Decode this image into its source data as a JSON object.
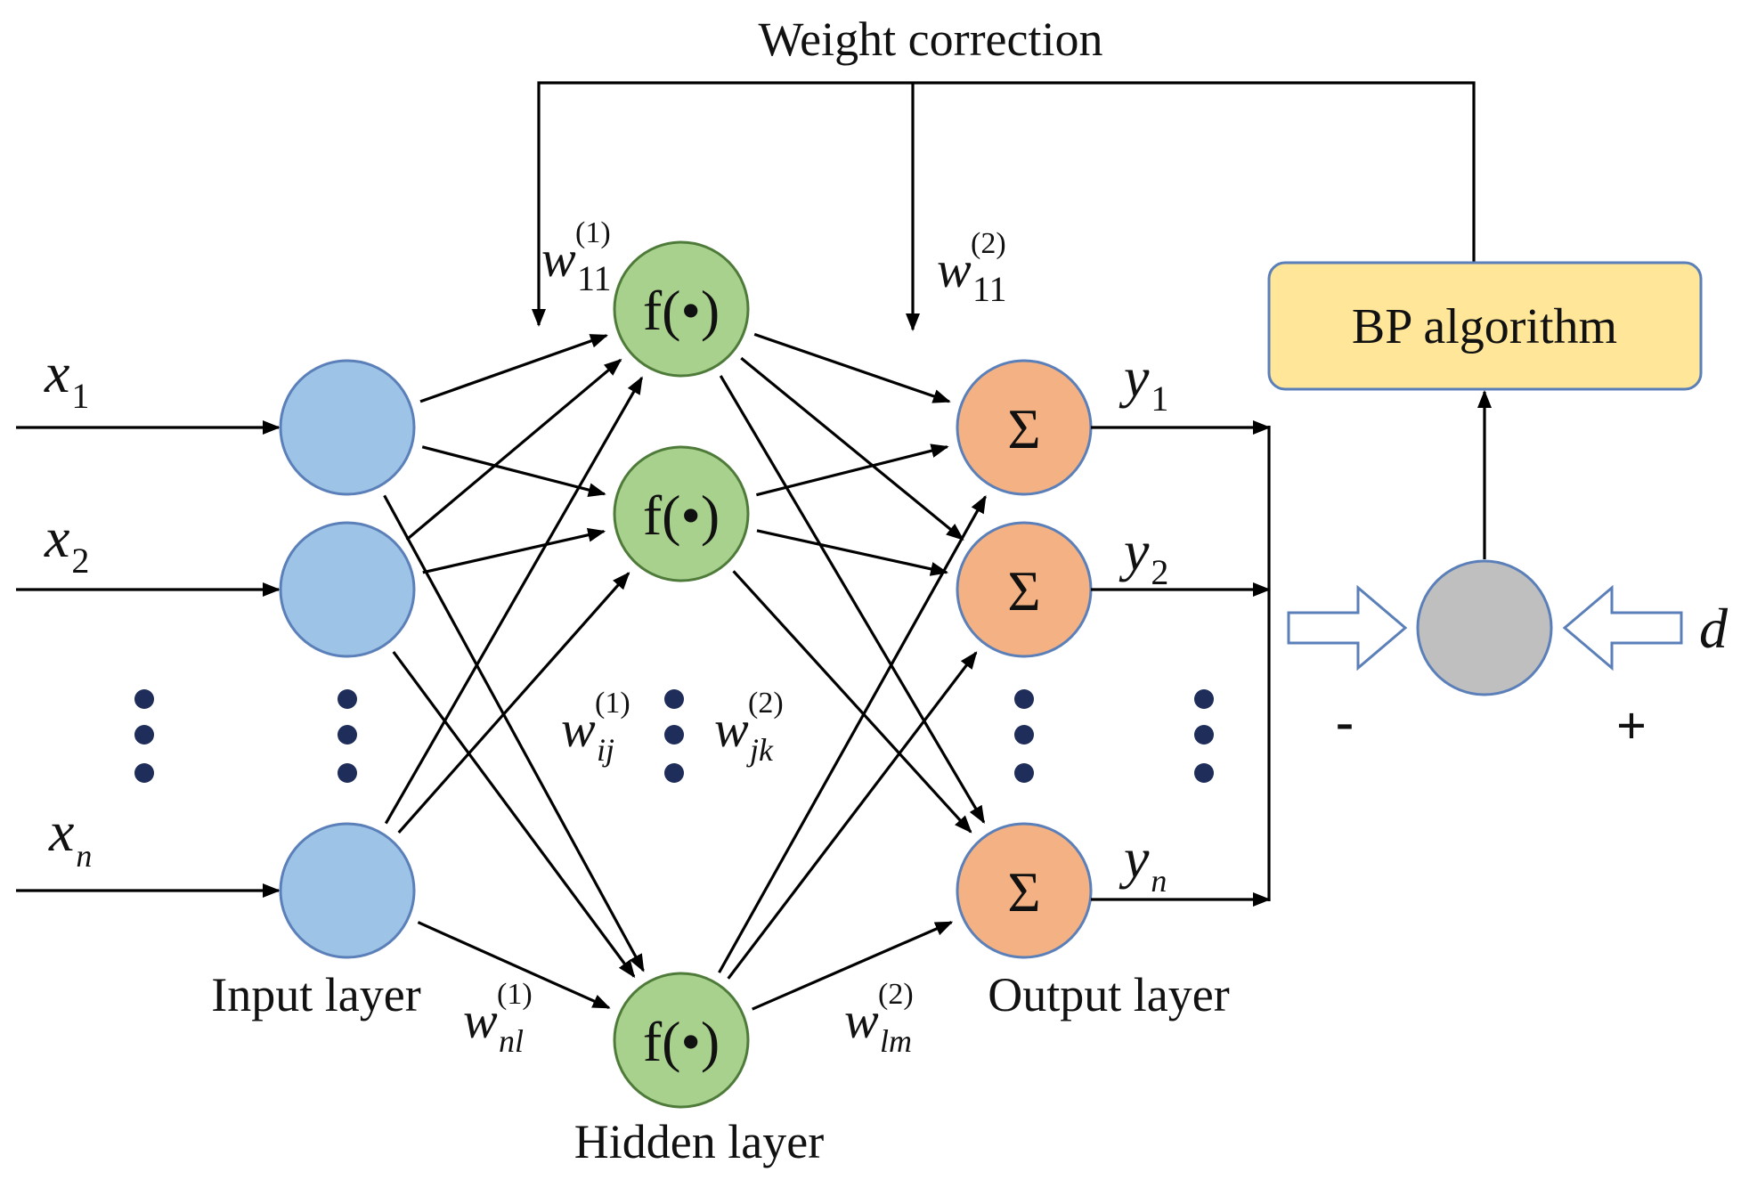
{
  "title": "Weight correction",
  "bp_box": "BP algorithm",
  "layers": {
    "input": "Input layer",
    "hidden": "Hidden layer",
    "output": "Output layer"
  },
  "inputs": [
    {
      "var": "x",
      "sub": "1"
    },
    {
      "var": "x",
      "sub": "2"
    },
    {
      "var": "x",
      "sub": "n"
    }
  ],
  "outputs": [
    {
      "var": "y",
      "sub": "1"
    },
    {
      "var": "y",
      "sub": "2"
    },
    {
      "var": "y",
      "sub": "n"
    }
  ],
  "hidden_node_label": "f(•)",
  "output_node_label": "Σ",
  "target": "d",
  "minus": "-",
  "plus": "+",
  "weights": [
    {
      "id": "w11_1",
      "base": "w",
      "sup": "(1)",
      "sub": "11"
    },
    {
      "id": "w11_2",
      "base": "w",
      "sup": "(2)",
      "sub": "11"
    },
    {
      "id": "wij_1",
      "base": "w",
      "sup": "(1)",
      "sub": "ij"
    },
    {
      "id": "wjk_2",
      "base": "w",
      "sup": "(2)",
      "sub": "jk"
    },
    {
      "id": "wnl_1",
      "base": "w",
      "sup": "(1)",
      "sub": "nl"
    },
    {
      "id": "wlm_2",
      "base": "w",
      "sup": "(2)",
      "sub": "lm"
    }
  ],
  "colors": {
    "input_node": "#9dc3e6",
    "input_stroke": "#5b7fb8",
    "hidden_node": "#a9d18e",
    "hidden_stroke": "#4f7b3a",
    "output_node": "#f4b183",
    "output_stroke": "#5b7fb8",
    "comparator": "#bfbfbf",
    "comparator_stroke": "#5b7fb8",
    "bp_fill": "#ffe699",
    "bp_stroke": "#5b7fb8",
    "dots": "#1f2d5a"
  }
}
